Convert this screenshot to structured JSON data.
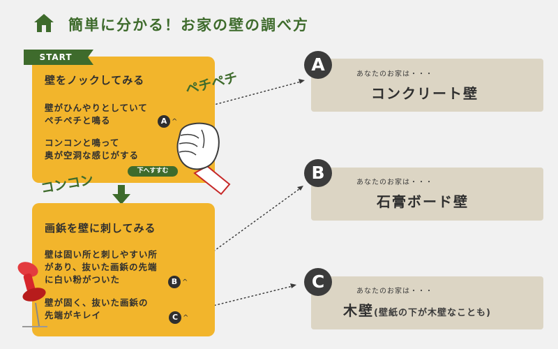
{
  "header": {
    "title": "簡単に分かる！お家の壁の調べ方"
  },
  "step1": {
    "badge": "START",
    "title": "壁をノックしてみる",
    "option_a_lines": [
      "壁がひんやりとしていて",
      "ペチペチと鳴る"
    ],
    "option_a_marker": "A",
    "option_else_lines": [
      "コンコンと鳴って",
      "奥が空洞な感じがする"
    ],
    "next_pill": "下へすすむ"
  },
  "sounds": {
    "knock_a": "ペチペチ",
    "knock_b": "コンコン"
  },
  "step2": {
    "title": "画鋲を壁に刺してみる",
    "option_b_lines": [
      "壁は固い所と刺しやすい所",
      "があり、抜いた画鋲の先端",
      "に白い粉がついた"
    ],
    "option_b_marker": "B",
    "option_c_lines": [
      "壁が固く、抜いた画鋲の",
      "先端がキレイ"
    ],
    "option_c_marker": "C"
  },
  "answers": [
    {
      "letter": "A",
      "prefix": "あなたのお家は・・・",
      "result": "コンクリート壁",
      "note": ""
    },
    {
      "letter": "B",
      "prefix": "あなたのお家は・・・",
      "result": "石膏ボード壁",
      "note": ""
    },
    {
      "letter": "C",
      "prefix": "あなたのお家は・・・",
      "result": "木壁",
      "note": "(壁紙の下が木壁なことも)"
    }
  ],
  "colors": {
    "green": "#3e6b2c",
    "yellow": "#f2b52c",
    "answer_bg": "#dcd5c4",
    "dark": "#3b3b3b",
    "pin_red": "#d6262c",
    "background": "#f1f1f1"
  },
  "icons": [
    "house-icon",
    "fist-icon",
    "pushpin-icon",
    "down-arrow-icon"
  ]
}
